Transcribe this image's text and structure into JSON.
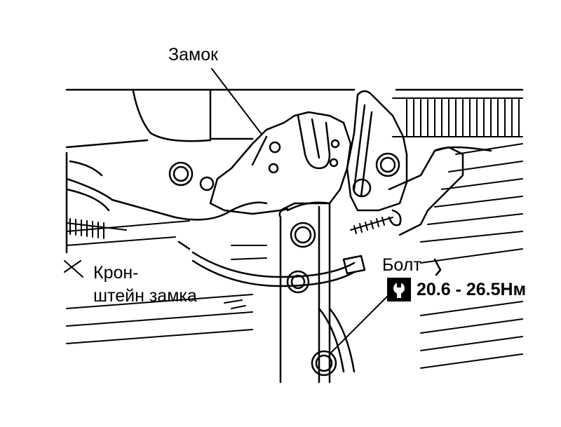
{
  "labels": {
    "lock": "Замок",
    "bracket_line1": "Крон-",
    "bracket_line2": "штейн замка",
    "bolt": "Болт",
    "torque": "20.6 - 26.5Нм"
  },
  "icons": {
    "torque_symbol": "wrench-icon"
  },
  "colors": {
    "ink": "#000000",
    "paper": "#ffffff"
  }
}
